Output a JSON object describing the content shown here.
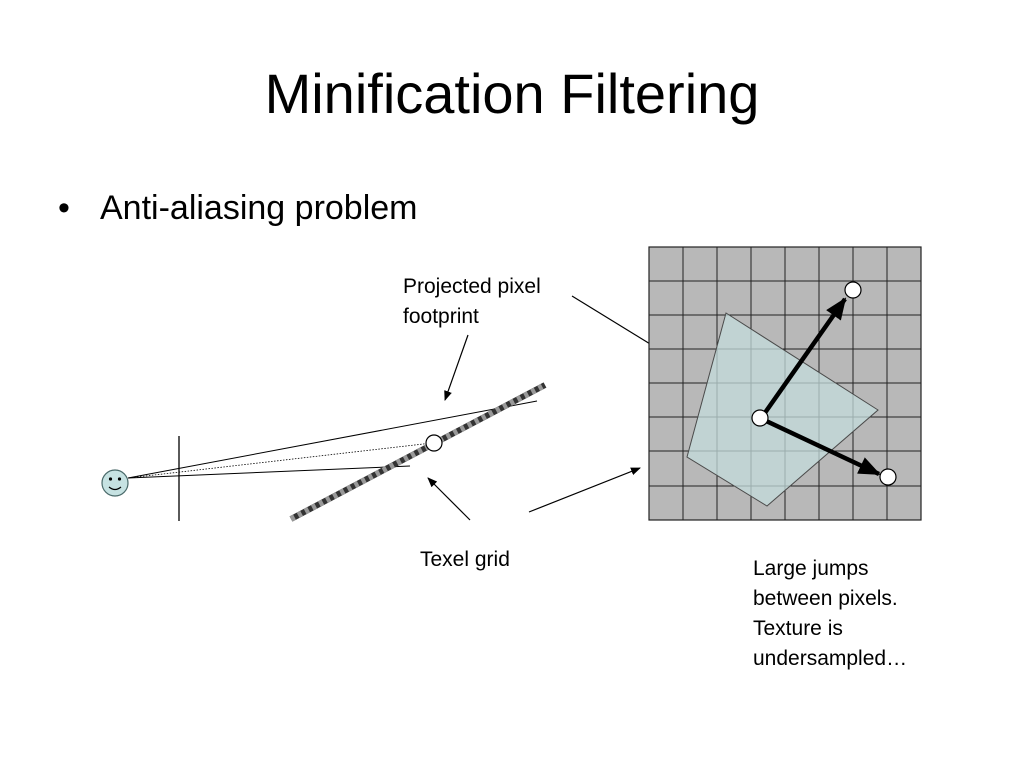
{
  "slide": {
    "title": "Minification Filtering",
    "bullet_symbol": "•",
    "bullet_text": "Anti-aliasing problem"
  },
  "diagram": {
    "label_footprint": "Projected pixel\nfootprint",
    "label_texel_grid": "Texel grid",
    "label_jumps": "Large jumps\nbetween pixels.\nTexture is\nundersampled…",
    "viewer_icon": "smiley-face-icon",
    "colors": {
      "grid_fill": "#b8b8b8",
      "grid_line": "#222222",
      "footprint_fill": "#c4dcdc",
      "viewer_fill": "#c6e2e2",
      "line": "#000000"
    }
  }
}
